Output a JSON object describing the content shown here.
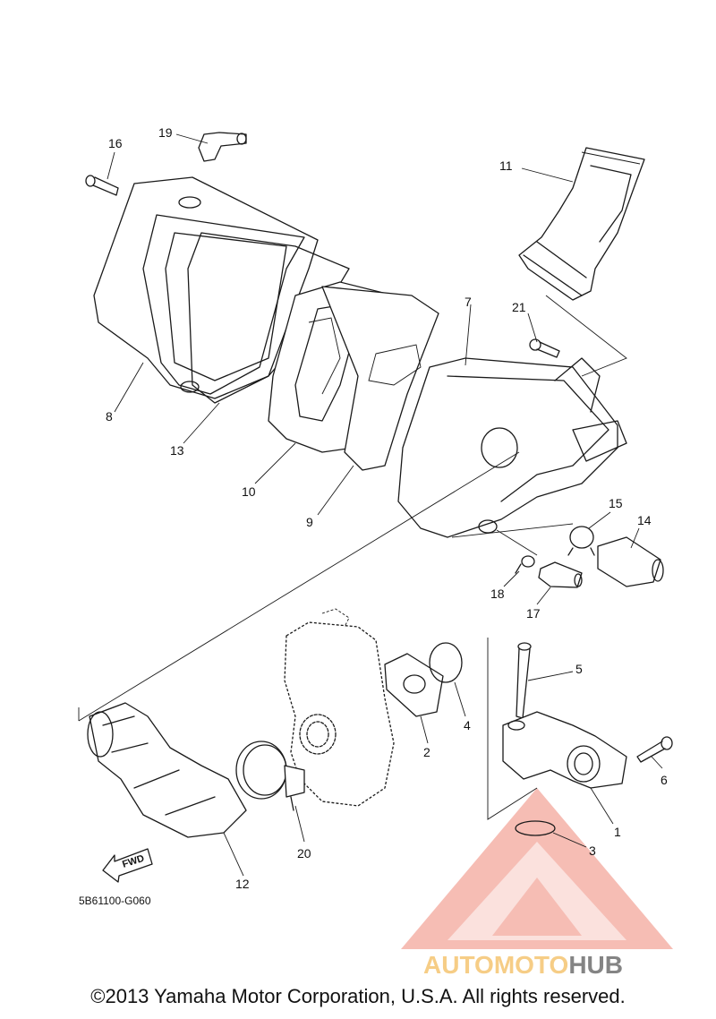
{
  "diagram": {
    "callouts": [
      {
        "id": "c1",
        "label": "1"
      },
      {
        "id": "c2",
        "label": "2"
      },
      {
        "id": "c3",
        "label": "3"
      },
      {
        "id": "c4",
        "label": "4"
      },
      {
        "id": "c5",
        "label": "5"
      },
      {
        "id": "c6",
        "label": "6"
      },
      {
        "id": "c7",
        "label": "7"
      },
      {
        "id": "c8",
        "label": "8"
      },
      {
        "id": "c9",
        "label": "9"
      },
      {
        "id": "c10",
        "label": "10"
      },
      {
        "id": "c11",
        "label": "11"
      },
      {
        "id": "c12",
        "label": "12"
      },
      {
        "id": "c13",
        "label": "13"
      },
      {
        "id": "c14",
        "label": "14"
      },
      {
        "id": "c15",
        "label": "15"
      },
      {
        "id": "c16",
        "label": "16"
      },
      {
        "id": "c17",
        "label": "17"
      },
      {
        "id": "c18",
        "label": "18"
      },
      {
        "id": "c19",
        "label": "19"
      },
      {
        "id": "c20",
        "label": "20"
      },
      {
        "id": "c21",
        "label": "21"
      }
    ],
    "diagram_code": "5B61100-G060",
    "fwd_label": "FWD"
  },
  "watermark": {
    "brand_part1": "AUTOMOTO",
    "brand_part2": "HUB",
    "colors": {
      "accent": "#f08a7e",
      "orange": "#f6c879",
      "gray": "#777777"
    }
  },
  "footer": {
    "copyright": "©2013 Yamaha Motor Corporation, U.S.A. All rights reserved."
  }
}
